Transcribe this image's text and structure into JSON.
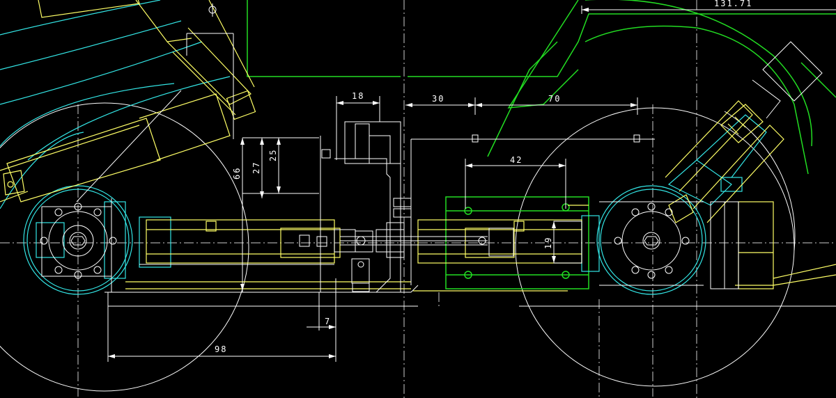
{
  "drawing": {
    "colors": {
      "background": "#000000",
      "white": "#ffffff",
      "yellow": "#ffff66",
      "cyan": "#33e6e6",
      "green": "#22dd22",
      "center": "#dddddd"
    },
    "dimensions": {
      "d_131_71": "131.71",
      "d_18": "18",
      "d_30": "30",
      "d_70": "70",
      "d_66": "66",
      "d_27": "27",
      "d_25": "25",
      "d_42": "42",
      "d_19": "19",
      "d_7": "7",
      "d_98": "98"
    }
  }
}
